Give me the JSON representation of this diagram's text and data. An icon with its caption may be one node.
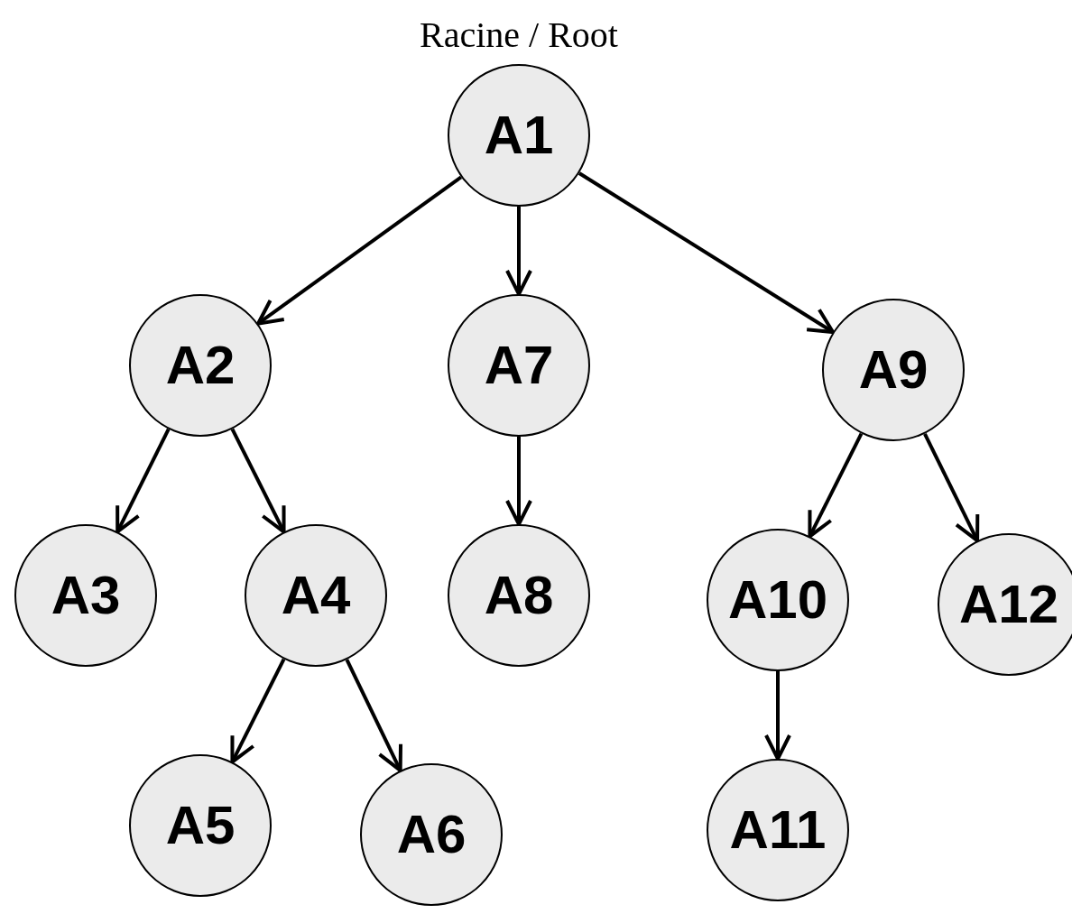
{
  "diagram": {
    "nodes": [
      {
        "text": [
          "A1"
        ],
        "beside": [
          "Racine / Root"
        ]
      },
      {
        "text": [
          "A2"
        ]
      },
      {
        "text": [
          "A7"
        ]
      },
      {
        "text": [
          "A9"
        ]
      },
      {
        "text": [
          "A3"
        ]
      },
      {
        "text": [
          "A4"
        ]
      },
      {
        "text": [
          "A8"
        ]
      },
      {
        "text": [
          "A10"
        ]
      },
      {
        "text": [
          "A12"
        ]
      },
      {
        "text": [
          "A5"
        ]
      },
      {
        "text": [
          "A6"
        ]
      },
      {
        "text": [
          "A11"
        ]
      }
    ],
    "edges": [
      {
        "from": 0,
        "to": 1,
        "arrow": "to"
      },
      {
        "from": 0,
        "to": 2,
        "arrow": "to"
      },
      {
        "from": 0,
        "to": 3,
        "arrow": "to"
      },
      {
        "from": 1,
        "to": 4,
        "arrow": "to"
      },
      {
        "from": 1,
        "to": 5,
        "arrow": "to"
      },
      {
        "from": 2,
        "to": 6,
        "arrow": "to"
      },
      {
        "from": 3,
        "to": 7,
        "arrow": "to"
      },
      {
        "from": 3,
        "to": 8,
        "arrow": "to"
      },
      {
        "from": 5,
        "to": 9,
        "arrow": "to"
      },
      {
        "from": 5,
        "to": 10,
        "arrow": "to"
      },
      {
        "from": 7,
        "to": 11,
        "arrow": "to"
      }
    ]
  }
}
